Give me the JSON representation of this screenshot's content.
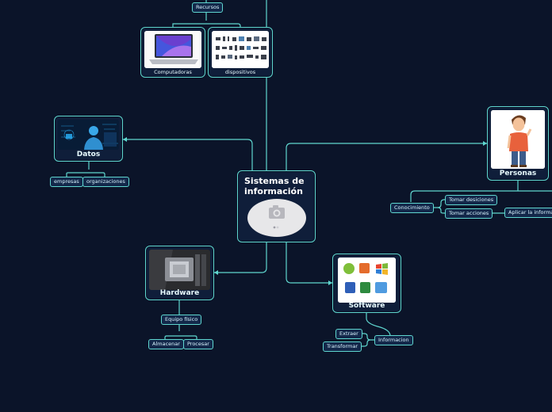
{
  "central": {
    "title": "Sistemas de información",
    "image_icon": "camera-icon"
  },
  "recursos": {
    "label": "Recursos",
    "children": [
      "Computadoras",
      "dispositivos"
    ]
  },
  "datos": {
    "label": "Datos",
    "children": [
      "empresas",
      "organizaciones"
    ]
  },
  "personas": {
    "label": "Personas",
    "conocimiento": "Conocimiento",
    "children": [
      "Tomar desiciones",
      "Tomar acciones"
    ],
    "aplicar": "Aplicar la información"
  },
  "hardware": {
    "label": "Hardware",
    "equipo": "Equipo físico",
    "children": [
      "Almacenar",
      "Procesar"
    ]
  },
  "software": {
    "label": "Software",
    "informacion": "Informacion",
    "children": [
      "Extraer",
      "Transformar"
    ]
  },
  "colors": {
    "background": "#0b1429",
    "line": "#5fd6cf",
    "node": "#0f1e3a"
  }
}
